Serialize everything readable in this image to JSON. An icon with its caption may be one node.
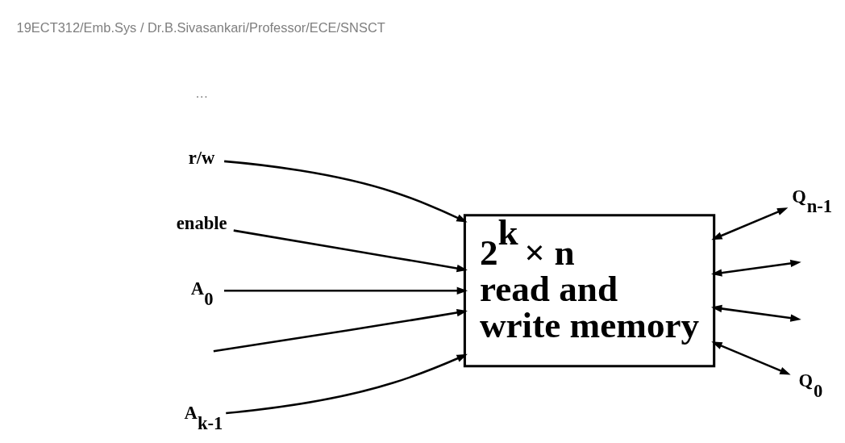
{
  "diagram": {
    "nodes": [
      {
        "text": [
          "2$^{k}$ × n read and write memory"
        ]
      },
      {
        "text": [
          "r/w"
        ]
      },
      {
        "text": [
          "enable"
        ]
      },
      {
        "text": [
          "A$_{0}$"
        ]
      },
      {
        "text": [
          "A$_{k-1}$"
        ]
      },
      {
        "text": [
          "Q$_{n-1}$"
        ]
      },
      {
        "text": [
          "Q$_{0}$"
        ]
      }
    ],
    "edges": [
      {
        "from": 1,
        "to": 0,
        "arrow": "to"
      },
      {
        "from": 2,
        "to": 0,
        "arrow": "to"
      },
      {
        "from": 3,
        "to": 0,
        "arrow": "to"
      },
      {
        "from": null,
        "to": 0,
        "arrow": "to"
      },
      {
        "from": 4,
        "to": 0,
        "arrow": "to"
      },
      {
        "from": 0,
        "to": 5,
        "arrow": "both"
      },
      {
        "from": 0,
        "to": null,
        "arrow": "both"
      },
      {
        "from": 0,
        "to": null,
        "arrow": "both"
      },
      {
        "from": 0,
        "to": 6,
        "arrow": "both"
      }
    ],
    "labels": [
      "…",
      "19ECT312/Emb.Sys / Dr.B.Sivasankari/Professor/ECE/SNSCT"
    ]
  }
}
